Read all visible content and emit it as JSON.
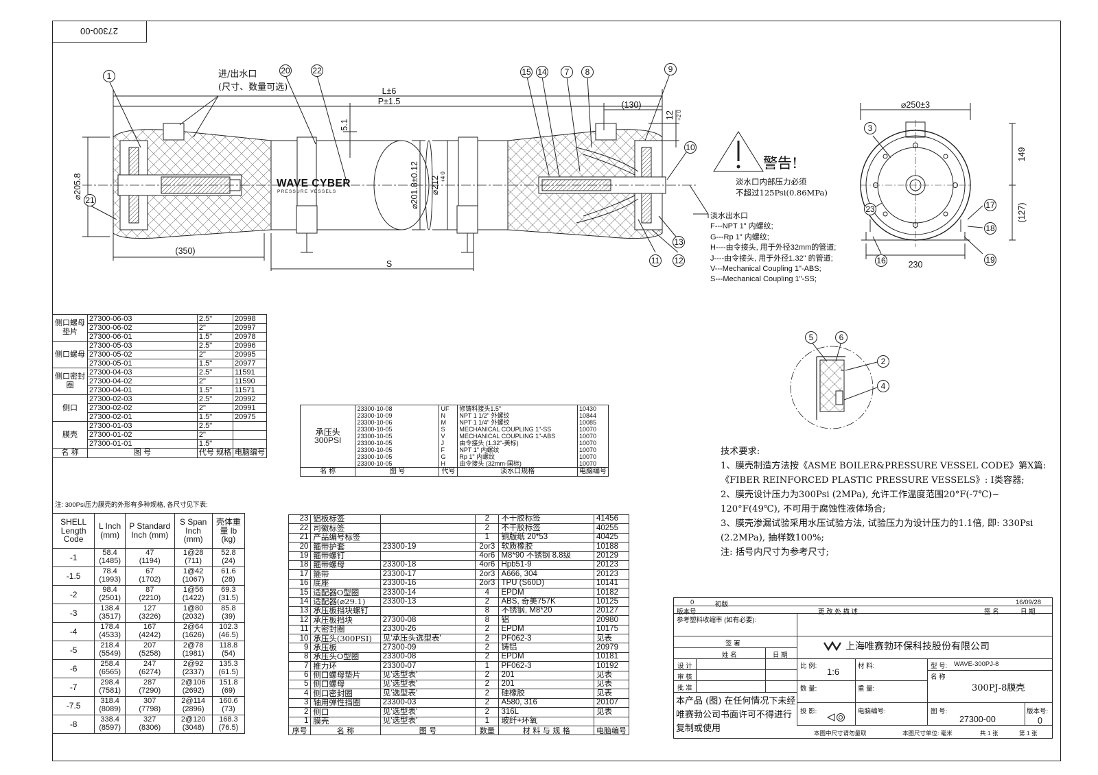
{
  "drawing_number_tag": "27300-00",
  "callouts": {
    "main": [
      "1",
      "20",
      "22",
      "15",
      "14",
      "7",
      "8",
      "9",
      "10",
      "21",
      "11",
      "12",
      "13"
    ],
    "end_view": [
      "3",
      "23",
      "16",
      "17",
      "18",
      "19"
    ],
    "detail": [
      "5",
      "6",
      "2",
      "4"
    ]
  },
  "dimensions": {
    "L": "L±6",
    "P": "P±1.5",
    "d130": "(130)",
    "d350": "(350)",
    "S": "S",
    "d51": "5.1",
    "d12": "12",
    "d12_tol": "+2 0",
    "d205": "⌀205.8",
    "d201": "⌀201.8±0.12",
    "d212": "⌀212",
    "d212_tol": "+4 0",
    "d250": "⌀250±3",
    "d149": "149",
    "d127": "(127)",
    "d230": "230"
  },
  "labels": {
    "inlet_outlet": "进/出水口",
    "inlet_outlet_sub": "(尺寸、数量可选)",
    "brand_main": "WAVE CYBER",
    "brand_sub": "PRESSURE VESSELS",
    "warning_title": "警告!",
    "warning_line1": "淡水口内部压力必须",
    "warning_line2": "不超过125Psi(0.86MPa)"
  },
  "permeate_legend": {
    "title": "淡水出水口",
    "items": [
      "F---NPT 1\" 内螺纹;",
      "G---Rp 1\" 内螺纹;",
      "H----由令接头, 用于外径32mm的管道;",
      "J----由令接头, 用于外径1.32\" 的管道;",
      "V---Mechanical Coupling 1\"-ABS;",
      "S---Mechanical Coupling 1\"-SS;"
    ]
  },
  "parts_groups": [
    {
      "group": "侧口螺母垫片",
      "rows": [
        [
          "27300-06-03",
          "2.5\"",
          "20998"
        ],
        [
          "27300-06-02",
          "2\"",
          "20997"
        ],
        [
          "27300-06-01",
          "1.5\"",
          "20978"
        ]
      ]
    },
    {
      "group": "侧口螺母",
      "rows": [
        [
          "27300-05-03",
          "2.5\"",
          "20996"
        ],
        [
          "27300-05-02",
          "2\"",
          "20995"
        ],
        [
          "27300-05-01",
          "1.5\"",
          "20977"
        ]
      ]
    },
    {
      "group": "侧口密封圈",
      "rows": [
        [
          "27300-04-03",
          "2.5\"",
          "11591"
        ],
        [
          "27300-04-02",
          "2\"",
          "11590"
        ],
        [
          "27300-04-01",
          "1.5\"",
          "11571"
        ]
      ]
    },
    {
      "group": "侧口",
      "rows": [
        [
          "27300-02-03",
          "2.5\"",
          "20992"
        ],
        [
          "27300-02-02",
          "2\"",
          "20991"
        ],
        [
          "27300-02-01",
          "1.5\"",
          "20975"
        ]
      ]
    },
    {
      "group": "膜壳",
      "rows": [
        [
          "27300-01-03",
          "2.5\"",
          ""
        ],
        [
          "27300-01-02",
          "2\"",
          ""
        ],
        [
          "27300-01-01",
          "1.5\"",
          ""
        ]
      ]
    }
  ],
  "parts_groups_header": {
    "name": "名 称",
    "drawing": "图 号",
    "code": "代号 规格",
    "pc": "电脑编号"
  },
  "head_table": {
    "group": "承压头 300PSI",
    "rows": [
      [
        "23300-10-08",
        "UF",
        "修铸料接头1.5\"",
        "10430"
      ],
      [
        "23300-10-09",
        "N",
        "NPT 1 1/2\" 外螺纹",
        "10844"
      ],
      [
        "23300-10-06",
        "M",
        "NPT 1 1/4\" 外螺纹",
        "10085"
      ],
      [
        "23300-10-05",
        "S",
        "MECHANICAL COUPLING 1\"-SS",
        "10070"
      ],
      [
        "23300-10-05",
        "V",
        "MECHANICAL COUPLING 1\"-ABS",
        "10070"
      ],
      [
        "23300-10-05",
        "J",
        "由令接头 (1.32\"-美标)",
        "10070"
      ],
      [
        "23300-10-05",
        "F",
        "NPT 1\" 内螺纹",
        "10070"
      ],
      [
        "23300-10-05",
        "G",
        "Rp 1\" 内螺纹",
        "10070"
      ],
      [
        "23300-10-05",
        "H",
        "由令接头 (32mm-国标)",
        "10070"
      ]
    ],
    "header": [
      "名 称",
      "图 号",
      "代号",
      "淡水口规格",
      "电脑编号"
    ]
  },
  "shell_note": "注: 300Psi压力膜壳的外形有多种规格, 各尺寸见下表:",
  "shell_table": {
    "header": [
      "SHELL Length Code",
      "L Inch (mm)",
      "P Standard Inch (mm)",
      "S Span Inch (mm)",
      "壳体重量 lb (kg)"
    ],
    "rows": [
      [
        "-1",
        "58.4",
        "(1485)",
        "47",
        "(1194)",
        "1@28",
        "(711)",
        "52.8",
        "(24)"
      ],
      [
        "-1.5",
        "78.4",
        "(1993)",
        "67",
        "(1702)",
        "1@42",
        "(1067)",
        "61.6",
        "(28)"
      ],
      [
        "-2",
        "98.4",
        "(2501)",
        "87",
        "(2210)",
        "1@56",
        "(1422)",
        "69.3",
        "(31.5)"
      ],
      [
        "-3",
        "138.4",
        "(3517)",
        "127",
        "(3226)",
        "1@80",
        "(2032)",
        "85.8",
        "(39)"
      ],
      [
        "-4",
        "178.4",
        "(4533)",
        "167",
        "(4242)",
        "2@64",
        "(1626)",
        "102.3",
        "(46.5)"
      ],
      [
        "-5",
        "218.4",
        "(5549)",
        "207",
        "(5258)",
        "2@78",
        "(1981)",
        "118.8",
        "(54)"
      ],
      [
        "-6",
        "258.4",
        "(6565)",
        "247",
        "(6274)",
        "2@92",
        "(2337)",
        "135.3",
        "(61.5)"
      ],
      [
        "-7",
        "298.4",
        "(7581)",
        "287",
        "(7290)",
        "2@106",
        "(2692)",
        "151.8",
        "(69)"
      ],
      [
        "-7.5",
        "318.4",
        "(8089)",
        "307",
        "(7798)",
        "2@114",
        "(2896)",
        "160.6",
        "(73)"
      ],
      [
        "-8",
        "338.4",
        "(8597)",
        "327",
        "(8306)",
        "2@120",
        "(3048)",
        "168.3",
        "(76.5)"
      ]
    ]
  },
  "bom": {
    "rows": [
      [
        "23",
        "铝板标签",
        "",
        "2",
        "不干胶标签",
        "41456"
      ],
      [
        "22",
        "司徽标签",
        "",
        "2",
        "不干胶标签",
        "40255"
      ],
      [
        "21",
        "产品编号标签",
        "",
        "1",
        "铜版纸 20*53",
        "40425"
      ],
      [
        "20",
        "箍带护套",
        "23300-19",
        "2or3",
        "软质橡胶",
        "10188"
      ],
      [
        "19",
        "箍带螺钉",
        "",
        "4or6",
        "M8*90 不锈钢 8.8级",
        "20129"
      ],
      [
        "18",
        "箍带螺母",
        "23300-18",
        "4or6",
        "Hpb51-9",
        "20123"
      ],
      [
        "17",
        "箍带",
        "23300-17",
        "2or3",
        "A666, 304",
        "20123"
      ],
      [
        "16",
        "底座",
        "23300-16",
        "2or3",
        "TPU (S60D)",
        "10141"
      ],
      [
        "15",
        "适配器O型圈",
        "23300-14",
        "4",
        "EPDM",
        "10182"
      ],
      [
        "14",
        "适配器(⌀29.1)",
        "23300-13",
        "2",
        "ABS, 奇美757K",
        "10125"
      ],
      [
        "13",
        "承压板挡块螺钉",
        "",
        "8",
        "不锈钢, M8*20",
        "20127"
      ],
      [
        "12",
        "承压板挡块",
        "27300-08",
        "8",
        "铝",
        "20980"
      ],
      [
        "11",
        "大密封圈",
        "23300-26",
        "2",
        "EPDM",
        "10175"
      ],
      [
        "10",
        "承压头(300PSI)",
        "见'承压头选型表'",
        "2",
        "PF062-3",
        "见表"
      ],
      [
        "9",
        "承压板",
        "27300-09",
        "2",
        "铸铝",
        "20979"
      ],
      [
        "8",
        "承压头O型圈",
        "23300-08",
        "2",
        "EPDM",
        "10181"
      ],
      [
        "7",
        "推力环",
        "23300-07",
        "1",
        "PF062-3",
        "10192"
      ],
      [
        "6",
        "侧口螺母垫片",
        "见'选型表'",
        "2",
        "201",
        "见表"
      ],
      [
        "5",
        "侧口螺母",
        "见'选型表'",
        "2",
        "201",
        "见表"
      ],
      [
        "4",
        "侧口密封圈",
        "见'选型表'",
        "2",
        "硅橡胶",
        "见表"
      ],
      [
        "3",
        "轴用弹性挡圈",
        "23300-03",
        "2",
        "A580, 316",
        "20107"
      ],
      [
        "2",
        "侧口",
        "见'选型表'",
        "2",
        "316L",
        "见表"
      ],
      [
        "1",
        "膜壳",
        "见'选型表'",
        "1",
        "玻纤+环氧",
        ""
      ]
    ],
    "header": [
      "序号",
      "名 称",
      "图 号",
      "数量",
      "材 料 与 规 格",
      "电脑编号"
    ]
  },
  "tech_requirements": {
    "title": "技术要求:",
    "lines": [
      "1、膜壳制造方法按《ASME BOILER&PRESSURE VESSEL CODE》第X篇:",
      "《FIBER REINFORCED PLASTIC PRESSURE VESSELS》: I类容器;",
      "2、膜壳设计压力为300Psi (2MPa), 允许工作温度范围20°F(-7℃)~",
      "120°F(49℃), 不可用于腐蚀性液体场合;",
      "3、膜壳渗漏试验采用水压试验方法, 试验压力为设计压力的1.1倍, 即: 330Psi",
      "(2.2MPa), 抽样数100%;",
      "注: 括号内尺寸为参考尺寸;"
    ]
  },
  "title_block": {
    "rev_no": "0",
    "rev_note": "初版",
    "rev_date": "16/09/28",
    "rev_header": [
      "版本号",
      "更 改 处 描 述",
      "签 名",
      "日 期"
    ],
    "ref_note": "参考塑料收缩率 (如有必要):",
    "sign_header": "签 署",
    "name_header": "姓 名",
    "date_header": "日 期",
    "roles": [
      "设 计",
      "审 核",
      "批 准"
    ],
    "company": "上海唯赛勃环保科技股份有限公司",
    "scale_label": "比 例:",
    "scale": "1:6",
    "material_label": "材 料:",
    "model_label": "型 号:",
    "model": "WAVE-300PJ-8",
    "name_label": "名 称",
    "part_name": "300PJ-8膜壳",
    "count_label": "数 量:",
    "weight_label": "重 量:",
    "projection_label": "投 影:",
    "pc_label": "电脑编号:",
    "drawing_label": "图 号:",
    "drawing_no": "27300-00",
    "version_label": "版本号:",
    "version": "0",
    "notice": "本产品 (图) 在任何情况下未经唯赛勃公司书面许可不得进行复制或使用",
    "foot_left": "本图中尺寸请勿量取",
    "foot_unit": "本图尺寸单位: 毫米",
    "foot_sheets": "共 1 张",
    "foot_sheet": "第 1 张"
  }
}
